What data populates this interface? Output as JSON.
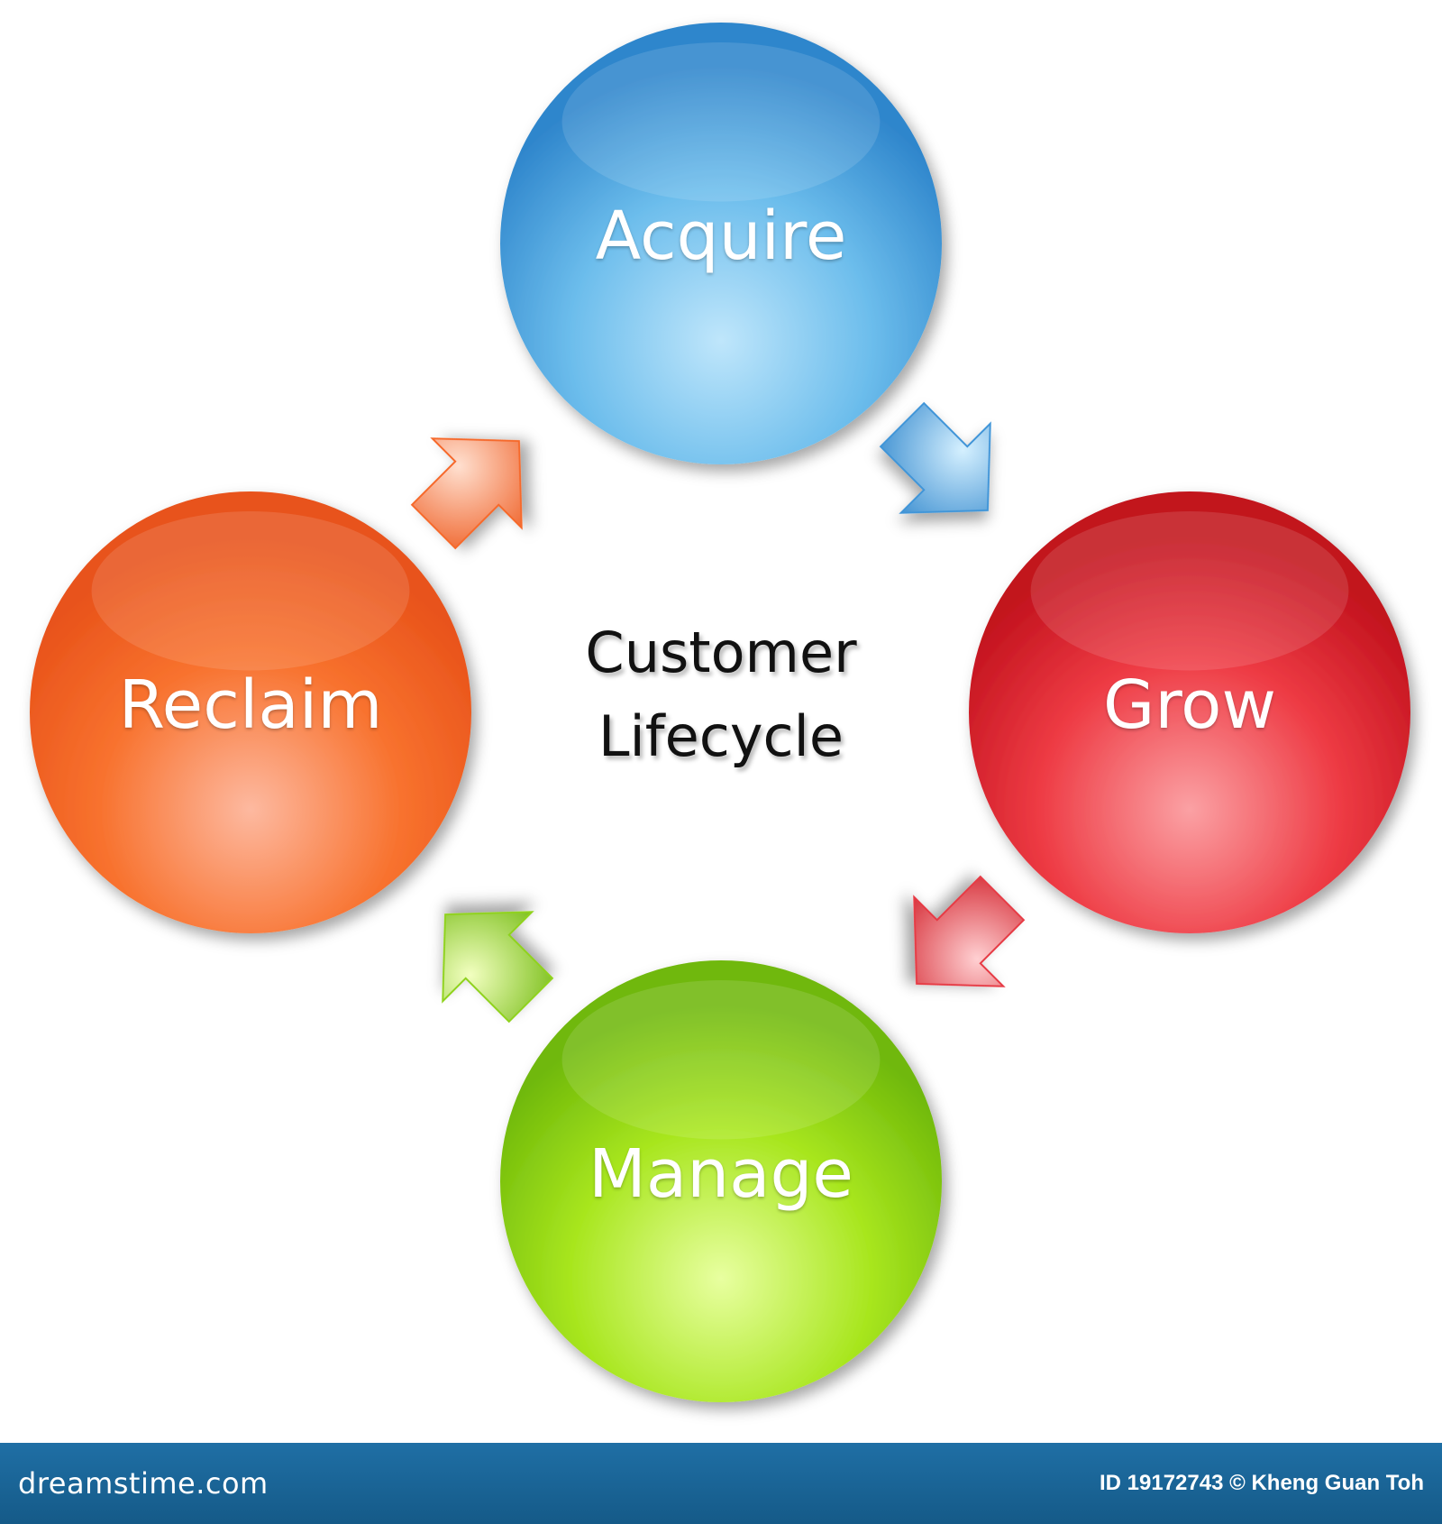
{
  "center": {
    "line1": "Customer",
    "line2": "Lifecycle"
  },
  "nodes": [
    {
      "id": "acquire",
      "label": "Acquire",
      "color": "#4fa8e0"
    },
    {
      "id": "grow",
      "label": "Grow",
      "color": "#e8303a"
    },
    {
      "id": "manage",
      "label": "Manage",
      "color": "#9be01a"
    },
    {
      "id": "reclaim",
      "label": "Reclaim",
      "color": "#f86a2a"
    }
  ],
  "arrows": [
    {
      "from": "acquire",
      "to": "grow",
      "color": "#3f95d8"
    },
    {
      "from": "grow",
      "to": "manage",
      "color": "#e63a44"
    },
    {
      "from": "manage",
      "to": "reclaim",
      "color": "#8fd21a"
    },
    {
      "from": "reclaim",
      "to": "acquire",
      "color": "#f6692a"
    }
  ],
  "footer": {
    "site": "dreamstime.com",
    "credit": "ID 19172743 © Kheng Guan Toh"
  }
}
